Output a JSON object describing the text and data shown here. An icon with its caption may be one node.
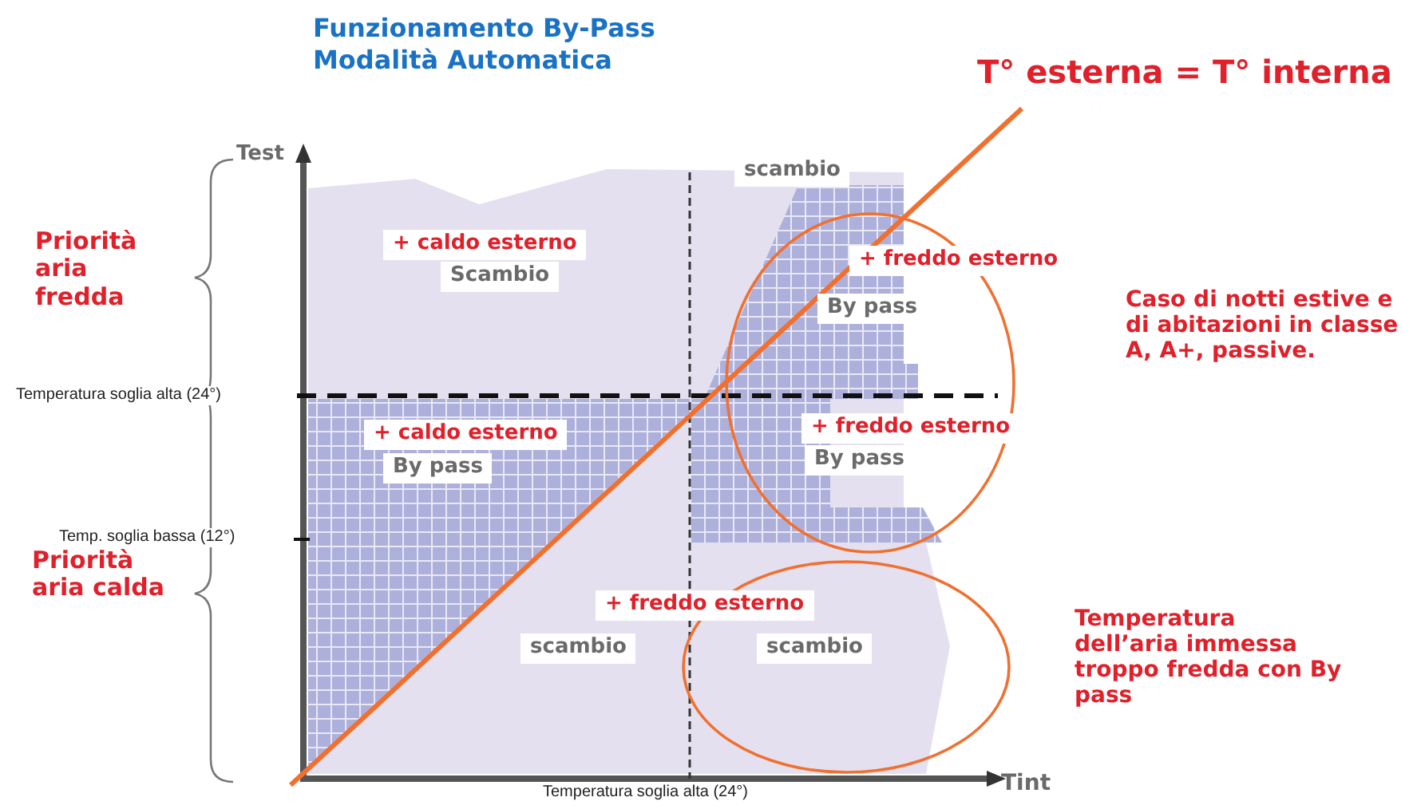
{
  "diagram": {
    "title": "Funzionamento By-Pass Modalità Automatica",
    "labels": [
      "T° esterna = T° interna",
      "Test",
      "scambio",
      "Priorità aria fredda",
      "+ caldo esterno",
      "Scambio",
      "+ freddo esterno",
      "By pass",
      "Caso di notti estive e di abitazioni in classe A, A+, passive.",
      "Temperatura soglia alta (24°)",
      "+ caldo esterno",
      "By pass",
      "+ freddo esterno",
      "By pass",
      "Temp. soglia bassa (12°)",
      "Priorità aria calda",
      "+ freddo esterno",
      "scambio",
      "scambio",
      "Temperatura dell’aria immessa troppo fredda con By pass",
      "Temperatura soglia alta (24°)",
      "Tint"
    ]
  }
}
